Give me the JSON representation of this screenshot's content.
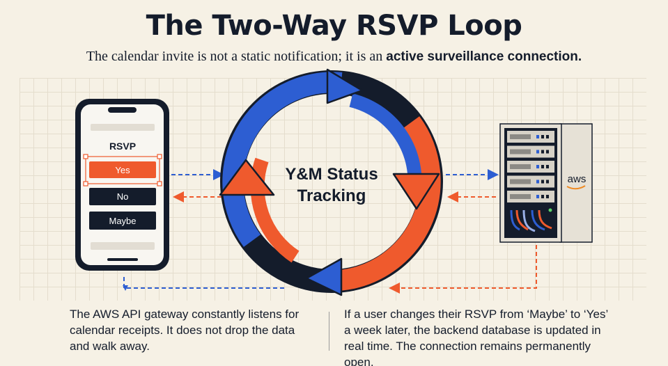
{
  "header": {
    "title": "The Two-Way RSVP Loop",
    "subtitle_plain": "The calendar invite is not a static notification; it is an ",
    "subtitle_bold": "active surveillance connection."
  },
  "phone": {
    "heading": "RSVP",
    "options": [
      "Yes",
      "No",
      "Maybe"
    ],
    "selected_option": "Yes"
  },
  "loop": {
    "center_line1": "Y&M Status",
    "center_line2": "Tracking"
  },
  "server": {
    "logo_text": "aws"
  },
  "captions": {
    "left": "The AWS API gateway constantly listens for calendar receipts. It does not drop the data and walk away.",
    "right": "If a user changes their RSVP from ‘Maybe’ to ‘Yes’ a week later, the backend database is updated in real time. The connection remains permanently open."
  },
  "colors": {
    "blue": "#2d5ed2",
    "orange": "#ef5a2d",
    "navy": "#141c2b",
    "server_light": "#e6e1d6"
  }
}
